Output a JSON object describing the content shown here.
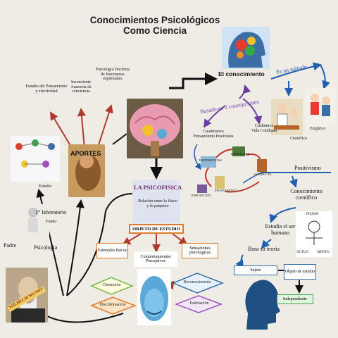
{
  "title_line1": "Conocimientos Psicológicos",
  "title_line2": "Como Ciencia",
  "el_conocimiento": "El conocimiento",
  "es_un_metodo": "Es un método",
  "basado": "Basado en 2 concepciones",
  "cuantitativa": "Cuantitativa",
  "pensamiento_positivista": "Pensamiento Positivista",
  "cualitativa": "Cualitativa",
  "vida_cotidiana": "Vida Cotidiana",
  "empirico": "Empírico",
  "cientifico": "Científico",
  "experiencias": "EXPERIENCIAS",
  "emociones": "EMOCIONES",
  "pensamiento": "PENSAMIENTO",
  "percepcion": "PERCEPCION",
  "conducta": "CONDUCTA",
  "aportes": "APORTES",
  "aporte1": "Estudio del Pensamiento y efectividad",
  "aporte2": "Inconciente Ausencia de conciencia",
  "aporte3": "Psicologia Doctrina de fenomenos espirituales",
  "estudio": "Estudio",
  "laboratorio": "1° laboratorio",
  "fundo": "Fundo",
  "padre": "Padre",
  "psicologia": "Psicologia",
  "wundt": "WILHELM WUNDT",
  "la_psicofisica": "LA PSICOFISICA",
  "psicofisica_desc": "Relación entre lo físico y lo psiquico",
  "objeto_estudio": "OBJETO  DE  ESTUDIO",
  "estimulos": "Estimulos físicos",
  "comportamientos": "Comportamientos Perceptivos",
  "sensaciones": "Sensaciones psicologicas",
  "deteccion": "Detención",
  "discriminacion": "Discriminación",
  "reconocimiento": "Reconocimiento",
  "estimacion": "Estimación",
  "positivismo": "Positivismo",
  "conocimiento_cientifico": "Conocimiento científico",
  "estudia_ser": "Estudia el ser humano",
  "basa_teoria": "Basa su teoria",
  "sujeto": "Sujeto",
  "objeto_de_estudio": "Objeto de estudio",
  "independiente": "Independiente",
  "pienso": "PIENSO",
  "actuo": "ACTUO",
  "siento": "SIENTO",
  "colors": {
    "accent_blue": "#1f5fb0",
    "accent_red": "#c0392b",
    "arrow_dark": "#111111",
    "purple": "#6a3fa0",
    "orange": "#e07a2a"
  }
}
